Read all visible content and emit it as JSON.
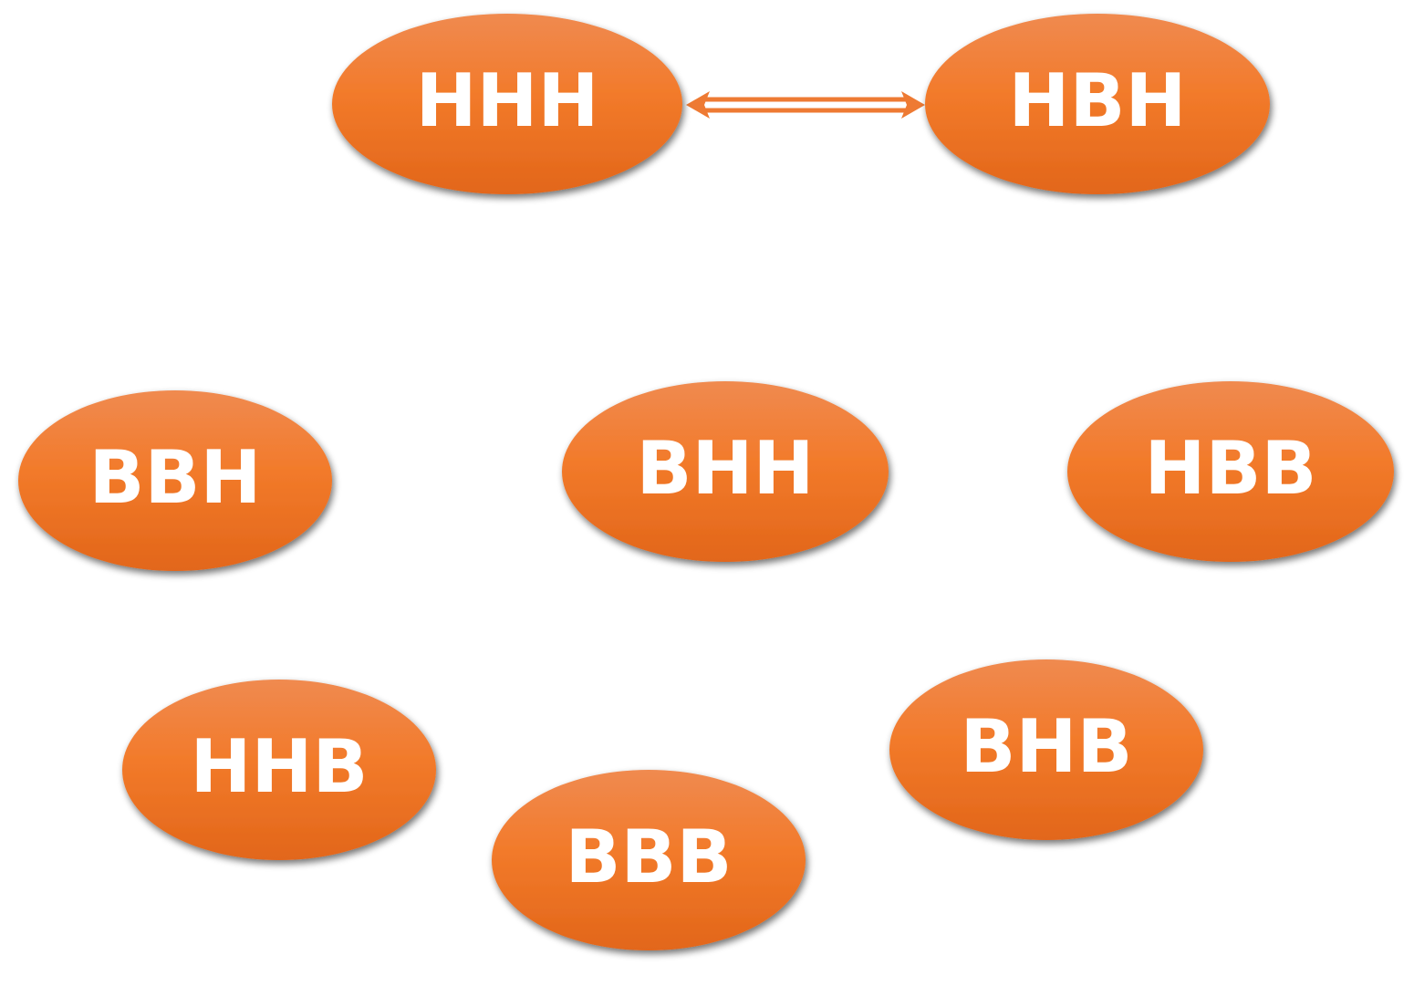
{
  "colors": {
    "node_top": "#F08A50",
    "node_mid": "#F27A2A",
    "node_bottom": "#E2661A",
    "edge": "#EE7A33",
    "label": "#ffffff"
  },
  "nodes": [
    {
      "id": "hhh",
      "label": "HHH"
    },
    {
      "id": "hbh",
      "label": "HBH"
    },
    {
      "id": "bbh",
      "label": "BBH"
    },
    {
      "id": "bhh",
      "label": "BHH"
    },
    {
      "id": "hbb",
      "label": "HBB"
    },
    {
      "id": "hhb",
      "label": "HHB"
    },
    {
      "id": "bhb",
      "label": "BHB"
    },
    {
      "id": "bbb",
      "label": "BBB"
    }
  ],
  "edges": [
    {
      "from": "HHH",
      "to": "HBH",
      "direction": "both"
    }
  ]
}
